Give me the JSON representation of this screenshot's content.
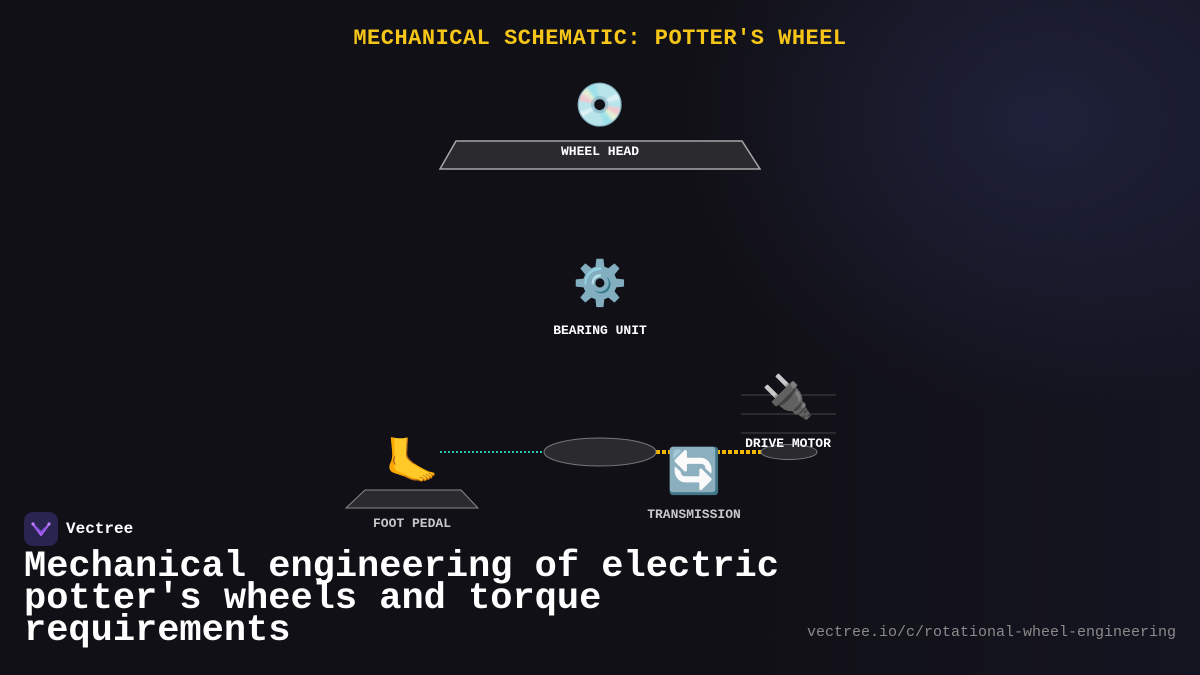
{
  "diagram": {
    "title": "MECHANICAL SCHEMATIC: POTTER'S WHEEL",
    "components": {
      "wheel_head": {
        "label": "WHEEL HEAD",
        "icon": "optical-disc-icon",
        "glyph": "💿"
      },
      "bearing_unit": {
        "label": "BEARING UNIT",
        "icon": "gear-icon",
        "glyph": "⚙️"
      },
      "drive_motor": {
        "label": "DRIVE MOTOR",
        "icon": "electric-plug-icon",
        "glyph": "🔌"
      },
      "foot_pedal": {
        "label": "FOOT PEDAL",
        "icon": "foot-icon",
        "glyph": "🦶"
      },
      "transmission": {
        "label": "TRANSMISSION",
        "icon": "rotate-arrows-icon",
        "glyph": "🔄"
      }
    },
    "colors": {
      "title": "#f5c518",
      "pedal_link": "#2ec4b6",
      "drive_belt": "#f5b800",
      "part_fill": "#2b2b2f",
      "part_stroke": "#9a9a9a"
    }
  },
  "brand": {
    "name": "Vectree"
  },
  "headline": "Mechanical engineering of electric potter's wheels and torque requirements",
  "url": "vectree.io/c/rotational-wheel-engineering"
}
